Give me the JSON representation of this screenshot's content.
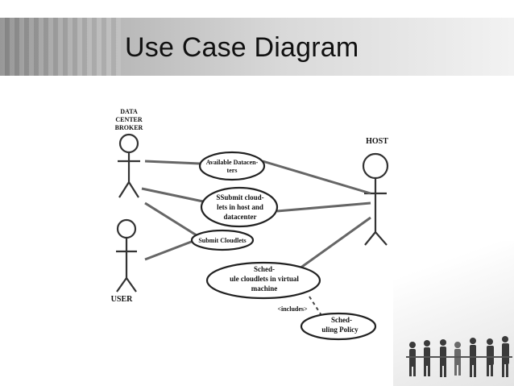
{
  "slide": {
    "title": "Use Case Diagram"
  },
  "diagram": {
    "actors": {
      "broker": [
        "DATA",
        "CENTER",
        "BROKER"
      ],
      "user": "USER",
      "host": "HOST"
    },
    "use_cases": {
      "available": [
        "Available Datacen-",
        "ters"
      ],
      "submit_host": [
        "SSubmit cloud-",
        "lets in host and",
        "datacenter"
      ],
      "submit_cloudlets": [
        "Submit Cloudlets"
      ],
      "schedule": [
        "Sched-",
        "ule cloudlets in virtual",
        "machine"
      ],
      "policy": [
        "Sched-",
        "uling Policy"
      ]
    },
    "includes_label": "<includes>"
  }
}
